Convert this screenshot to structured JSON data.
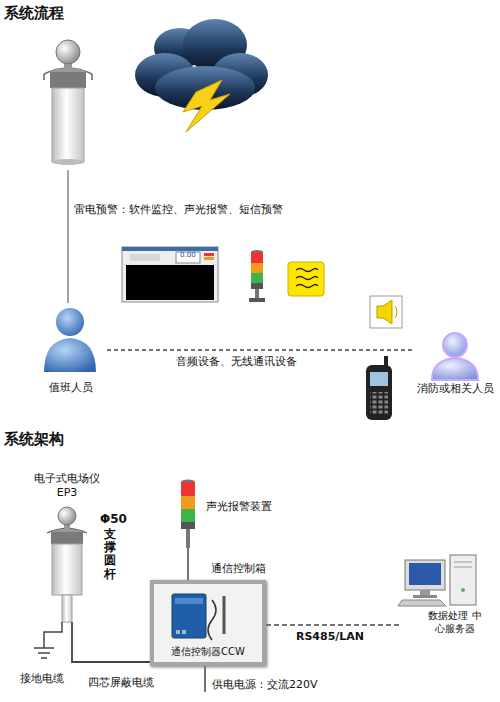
{
  "diagram": {
    "title": "系统流程",
    "nodes": [
      {
        "text": [
          "值班人员"
        ]
      },
      {
        "text": [
          "消防或相关人员"
        ]
      },
      {
        "text": [
          "电子式电场仪 EP3"
        ]
      },
      {
        "text": [
          "声光报警装置"
        ]
      },
      {
        "text": [
          "通信控制箱"
        ]
      },
      {
        "text": [
          "通信控制器CCW"
        ],
        "in": 4
      },
      {
        "text": [
          "数据处理 中心服务器"
        ]
      }
    ],
    "edges": [
      {
        "from": 0,
        "to": 1,
        "label": "音频设备、无线通讯设备",
        "arrow": "none"
      },
      {
        "from": 2,
        "to": 4,
        "label": "四芯屏蔽电缆",
        "arrow": "none"
      },
      {
        "from": 3,
        "to": 4,
        "arrow": "none"
      },
      {
        "from": 4,
        "to": 6,
        "label": "RS485/LAN",
        "arrow": "none"
      }
    ],
    "labels": [
      "雷电预警：软件监控、声光报警、短信预警",
      "0.00",
      "系统架构",
      "Φ50",
      "支撑圆杆",
      "接地电缆",
      "供电电源：交流220V"
    ]
  }
}
